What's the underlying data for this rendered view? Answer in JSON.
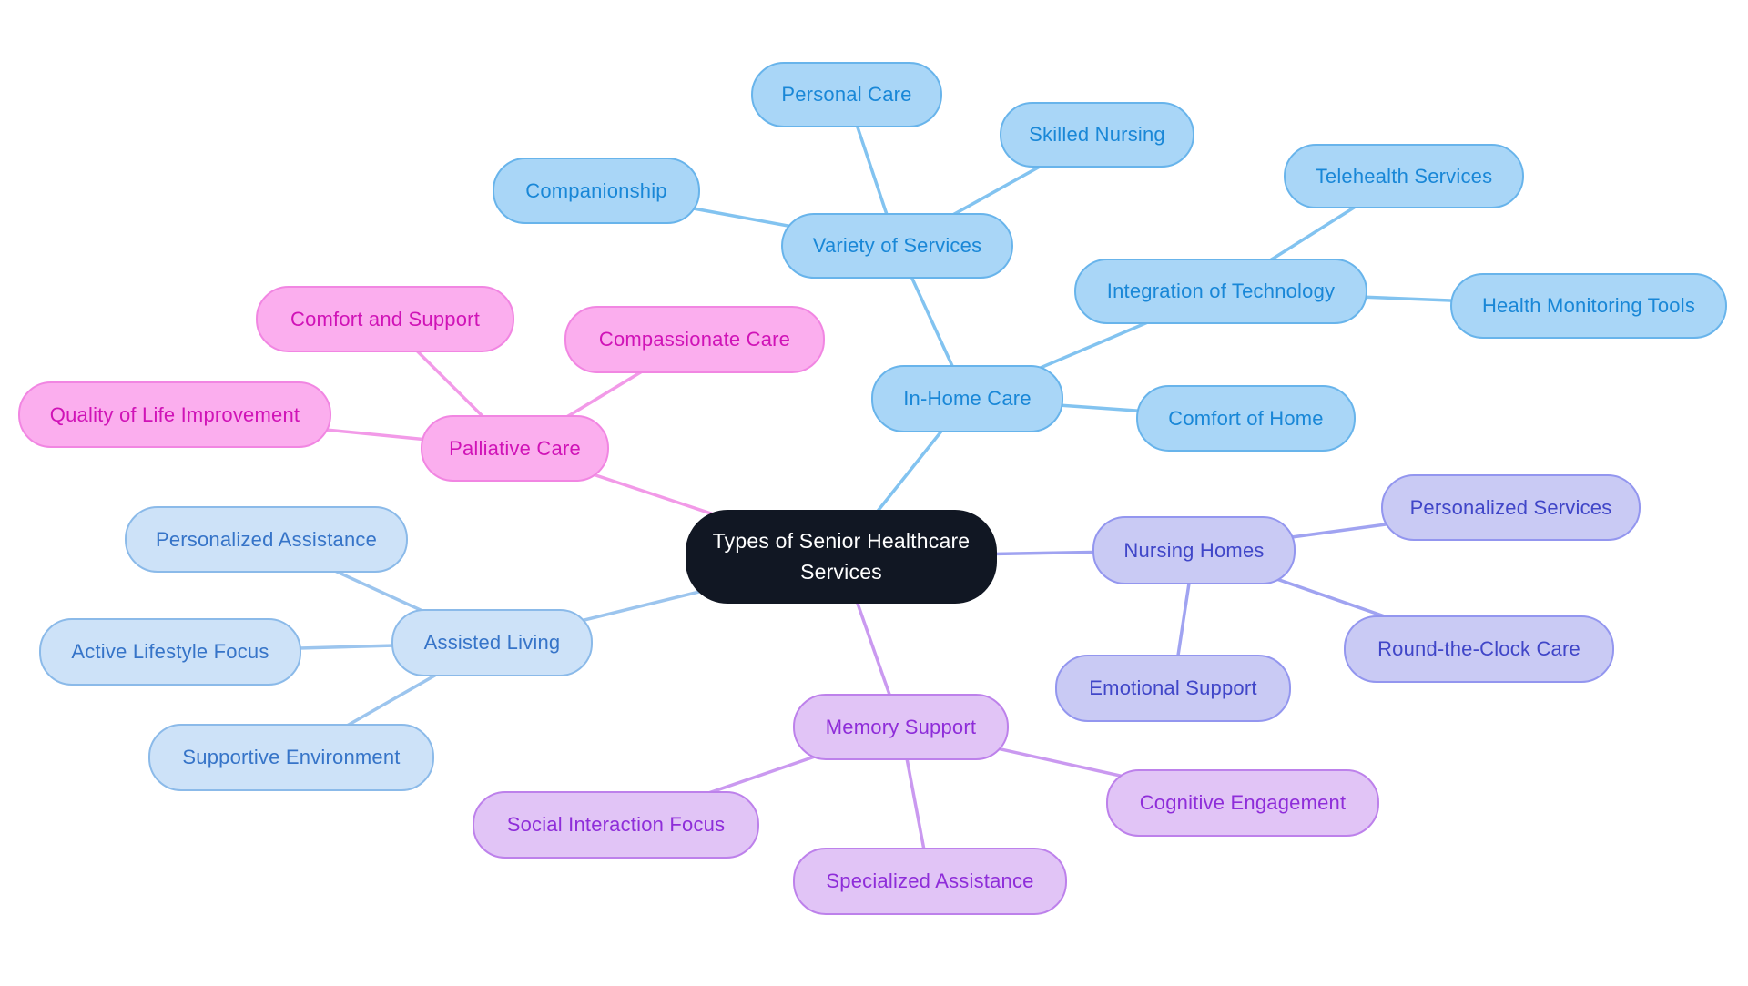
{
  "diagram_type": "mindmap",
  "title": "Types of Senior Healthcare Services",
  "palette": {
    "background": "#ffffff",
    "central": {
      "fill": "#111723",
      "text": "#ffffff"
    },
    "branches": {
      "sky": {
        "fill": "#a9d6f7",
        "border": "#68b4eb",
        "text": "#1987d7",
        "line": "#82c3f0"
      },
      "pale": {
        "fill": "#cde2f8",
        "border": "#8bbae9",
        "text": "#3674c8",
        "line": "#9cc5ee"
      },
      "pink": {
        "fill": "#fbaeee",
        "border": "#f186e2",
        "text": "#d013b7",
        "line": "#f29ae8"
      },
      "periwinkle": {
        "fill": "#c9caf4",
        "border": "#9396ef",
        "text": "#4046c8",
        "line": "#a0a3f1"
      },
      "lavender": {
        "fill": "#e1c4f6",
        "border": "#bd81eb",
        "text": "#8e2dd9",
        "line": "#ca99f0"
      }
    }
  },
  "nodes": [
    {
      "id": "central",
      "label": "Types of Senior Healthcare Services",
      "branch": "central"
    },
    {
      "id": "in-home-care",
      "label": "In-Home Care",
      "branch": "sky"
    },
    {
      "id": "variety-of-services",
      "label": "Variety of Services",
      "branch": "sky"
    },
    {
      "id": "personal-care",
      "label": "Personal Care",
      "branch": "sky"
    },
    {
      "id": "skilled-nursing",
      "label": "Skilled Nursing",
      "branch": "sky"
    },
    {
      "id": "companionship",
      "label": "Companionship",
      "branch": "sky"
    },
    {
      "id": "integration-of-technology",
      "label": "Integration of Technology",
      "branch": "sky"
    },
    {
      "id": "telehealth-services",
      "label": "Telehealth Services",
      "branch": "sky"
    },
    {
      "id": "health-monitoring-tools",
      "label": "Health Monitoring Tools",
      "branch": "sky"
    },
    {
      "id": "comfort-of-home",
      "label": "Comfort of Home",
      "branch": "sky"
    },
    {
      "id": "palliative-care",
      "label": "Palliative Care",
      "branch": "pink"
    },
    {
      "id": "comfort-and-support",
      "label": "Comfort and Support",
      "branch": "pink"
    },
    {
      "id": "compassionate-care",
      "label": "Compassionate Care",
      "branch": "pink"
    },
    {
      "id": "quality-of-life-improvement",
      "label": "Quality of Life Improvement",
      "branch": "pink"
    },
    {
      "id": "nursing-homes",
      "label": "Nursing Homes",
      "branch": "periwinkle"
    },
    {
      "id": "personalized-services",
      "label": "Personalized Services",
      "branch": "periwinkle"
    },
    {
      "id": "round-the-clock-care",
      "label": "Round-the-Clock Care",
      "branch": "periwinkle"
    },
    {
      "id": "emotional-support",
      "label": "Emotional Support",
      "branch": "periwinkle"
    },
    {
      "id": "assisted-living",
      "label": "Assisted Living",
      "branch": "pale"
    },
    {
      "id": "personalized-assistance",
      "label": "Personalized Assistance",
      "branch": "pale"
    },
    {
      "id": "active-lifestyle-focus",
      "label": "Active Lifestyle Focus",
      "branch": "pale"
    },
    {
      "id": "supportive-environment",
      "label": "Supportive Environment",
      "branch": "pale"
    },
    {
      "id": "memory-support",
      "label": "Memory Support",
      "branch": "lavender"
    },
    {
      "id": "social-interaction-focus",
      "label": "Social Interaction Focus",
      "branch": "lavender"
    },
    {
      "id": "specialized-assistance",
      "label": "Specialized Assistance",
      "branch": "lavender"
    },
    {
      "id": "cognitive-engagement",
      "label": "Cognitive Engagement",
      "branch": "lavender"
    }
  ],
  "edges": [
    {
      "from": "central",
      "to": "in-home-care",
      "branch": "sky"
    },
    {
      "from": "in-home-care",
      "to": "variety-of-services",
      "branch": "sky"
    },
    {
      "from": "in-home-care",
      "to": "integration-of-technology",
      "branch": "sky"
    },
    {
      "from": "in-home-care",
      "to": "comfort-of-home",
      "branch": "sky"
    },
    {
      "from": "variety-of-services",
      "to": "personal-care",
      "branch": "sky"
    },
    {
      "from": "variety-of-services",
      "to": "skilled-nursing",
      "branch": "sky"
    },
    {
      "from": "variety-of-services",
      "to": "companionship",
      "branch": "sky"
    },
    {
      "from": "integration-of-technology",
      "to": "telehealth-services",
      "branch": "sky"
    },
    {
      "from": "integration-of-technology",
      "to": "health-monitoring-tools",
      "branch": "sky"
    },
    {
      "from": "central",
      "to": "palliative-care",
      "branch": "pink"
    },
    {
      "from": "palliative-care",
      "to": "comfort-and-support",
      "branch": "pink"
    },
    {
      "from": "palliative-care",
      "to": "compassionate-care",
      "branch": "pink"
    },
    {
      "from": "palliative-care",
      "to": "quality-of-life-improvement",
      "branch": "pink"
    },
    {
      "from": "central",
      "to": "nursing-homes",
      "branch": "periwinkle"
    },
    {
      "from": "nursing-homes",
      "to": "personalized-services",
      "branch": "periwinkle"
    },
    {
      "from": "nursing-homes",
      "to": "round-the-clock-care",
      "branch": "periwinkle"
    },
    {
      "from": "nursing-homes",
      "to": "emotional-support",
      "branch": "periwinkle"
    },
    {
      "from": "central",
      "to": "assisted-living",
      "branch": "pale"
    },
    {
      "from": "assisted-living",
      "to": "personalized-assistance",
      "branch": "pale"
    },
    {
      "from": "assisted-living",
      "to": "active-lifestyle-focus",
      "branch": "pale"
    },
    {
      "from": "assisted-living",
      "to": "supportive-environment",
      "branch": "pale"
    },
    {
      "from": "central",
      "to": "memory-support",
      "branch": "lavender"
    },
    {
      "from": "memory-support",
      "to": "social-interaction-focus",
      "branch": "lavender"
    },
    {
      "from": "memory-support",
      "to": "specialized-assistance",
      "branch": "lavender"
    },
    {
      "from": "memory-support",
      "to": "cognitive-engagement",
      "branch": "lavender"
    }
  ]
}
